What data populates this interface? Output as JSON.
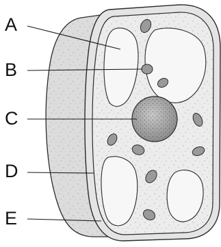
{
  "labels": {
    "a": "A",
    "b": "B",
    "c": "C",
    "d": "D",
    "e": "E"
  },
  "colors": {
    "fill_outer": "#e6e6e6",
    "fill_side": "#dcdcdc",
    "fill_cytoplasm": "#ededed",
    "fill_vacuole": "#f7f7f7",
    "fill_organelle": "#9a9a9a",
    "fill_nucleus": "#a8a8a8",
    "stroke": "#2a2a2a"
  }
}
